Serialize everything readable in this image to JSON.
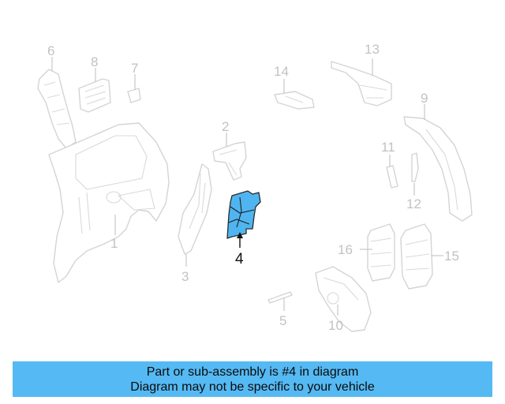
{
  "callouts": {
    "p1": "1",
    "p2": "2",
    "p3": "3",
    "p4": "4",
    "p5": "5",
    "p6": "6",
    "p7": "7",
    "p8": "8",
    "p9": "9",
    "p10": "10",
    "p11": "11",
    "p12": "12",
    "p13": "13",
    "p14": "14",
    "p15": "15",
    "p16": "16"
  },
  "highlighted_part": "4",
  "colors": {
    "highlight": "#4fb5f0",
    "banner": "#55b9f3",
    "outline": "#d4d4d4"
  },
  "banner": {
    "line1": "Part or sub-assembly is #4 in diagram",
    "line2": "Diagram may not be specific to your vehicle"
  }
}
